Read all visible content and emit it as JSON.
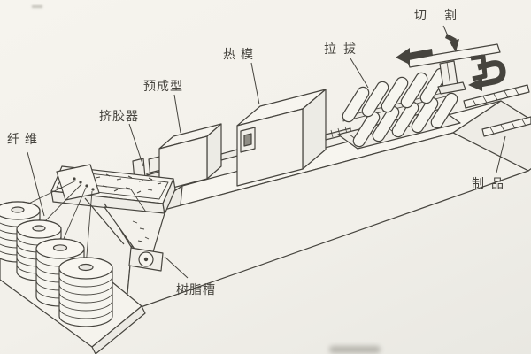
{
  "canvas": {
    "paper": "#f2f0ea",
    "ink": "#46443e"
  },
  "diagram_title_implied": "",
  "labels": {
    "fiber": "纤维",
    "squeezer": "挤胶器",
    "preform": "预成型",
    "hot_die": "热模",
    "pulling": "拉拔",
    "cutting": "切割",
    "product": "制品",
    "resin_tank": "树脂槽"
  }
}
